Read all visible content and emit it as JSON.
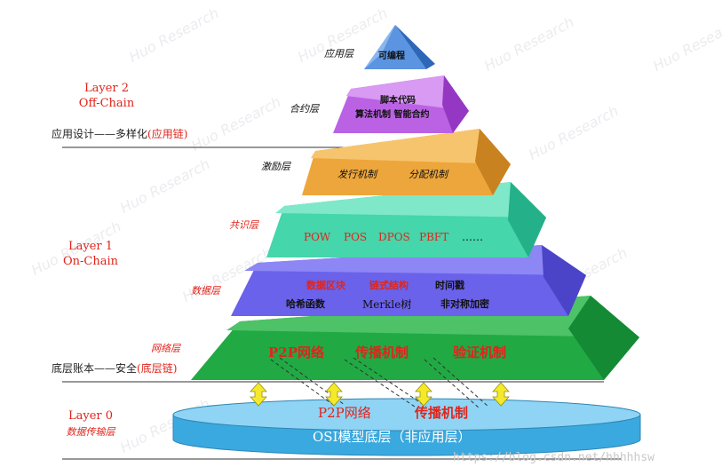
{
  "layer2": {
    "title": "Layer 2",
    "subtitle": "Off-Chain"
  },
  "layer1": {
    "title": "Layer 1",
    "subtitle": "On-Chain"
  },
  "layer0": {
    "title": "Layer 0",
    "subtitle": "数据传输层"
  },
  "side_notes": {
    "app": {
      "text": "应用设计——多样化",
      "paren": "(应用链)"
    },
    "base": {
      "text": "底层账本——安全",
      "paren": "(底层链)"
    }
  },
  "tiers": {
    "application": {
      "name": "应用层",
      "items": [
        "可编程"
      ]
    },
    "contract": {
      "name": "合约层",
      "items": [
        "脚本代码",
        "算法机制 智能合约"
      ]
    },
    "incentive": {
      "name": "激励层",
      "items": [
        "发行机制",
        "分配机制"
      ]
    },
    "consensus": {
      "name": "共识层",
      "items": [
        "POW",
        "POS",
        "DPOS",
        "PBFT",
        "……"
      ]
    },
    "data": {
      "name": "数据层",
      "items": [
        "数据区块",
        "链式结构",
        "时间戳",
        "哈希函数",
        "Merkle树",
        "非对称加密"
      ]
    },
    "network": {
      "name": "网络层",
      "items": [
        "P2P网络",
        "传播机制",
        "验证机制"
      ]
    }
  },
  "base_disk": {
    "items": [
      "P2P网络",
      "传播机制"
    ],
    "label": "OSI模型底层（非应用层）"
  },
  "watermark": {
    "text": "Huo Research",
    "url": "https://blog.csdn.net/hhhhhsw"
  },
  "colors": {
    "application": "#4a86d8",
    "contract": "#b65ce0",
    "incentive": "#e8a33a",
    "consensus": "#3fd4a8",
    "data": "#6b64e8",
    "network": "#1e9a3c",
    "disk": "#4fb8e8",
    "arrow": "#f4ea2a",
    "accent": "#e0241b"
  }
}
